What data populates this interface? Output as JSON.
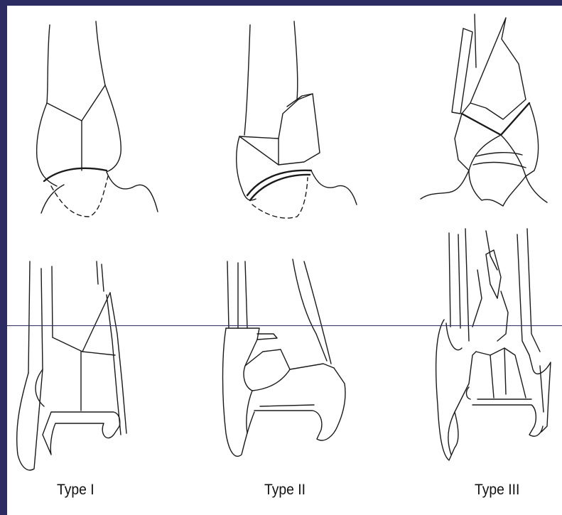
{
  "figure": {
    "captions": [
      "Type I",
      "Type II",
      "Type III"
    ],
    "colors": {
      "frame": "#2c2c63",
      "background": "#ffffff",
      "ink": "#1a1a1a"
    }
  }
}
